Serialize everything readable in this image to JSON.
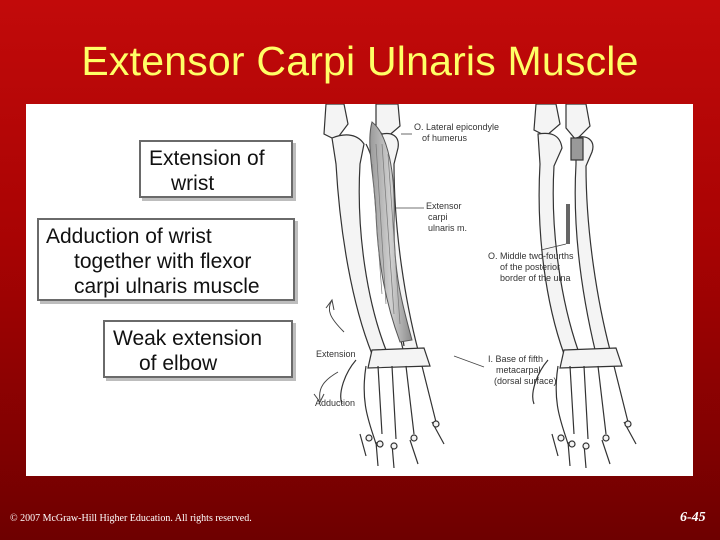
{
  "slide": {
    "title": "Extensor Carpi Ulnaris Muscle",
    "actions": [
      {
        "lines": [
          "Extension of",
          "wrist"
        ]
      },
      {
        "lines": [
          "Adduction of wrist",
          "together with flexor",
          "carpi ulnaris muscle"
        ]
      },
      {
        "lines": [
          "Weak extension",
          "of elbow"
        ]
      }
    ],
    "figure_labels": {
      "origin_humerus": [
        "O. Lateral epicondyle",
        "of humerus"
      ],
      "muscle": [
        "Extensor",
        "carpi",
        "ulnaris m."
      ],
      "origin_ulna": [
        "O. Middle two-fourths",
        "of the posterior",
        "border of the ulna"
      ],
      "insertion": [
        "I. Base of fifth",
        "metacarpal",
        "(dorsal surface)"
      ],
      "motion_extension": "Extension",
      "motion_adduction": "Adduction"
    },
    "footer": "© 2007 McGraw-Hill Higher Education. All rights reserved.",
    "page_number": "6-45"
  }
}
